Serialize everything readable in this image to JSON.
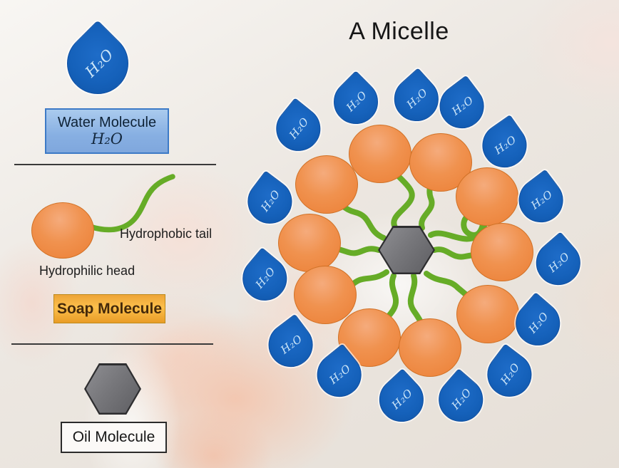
{
  "title": "A Micelle",
  "colors": {
    "water_blue": "#1561BA",
    "head_orange": "#EC7F35",
    "tail_green": "#66AC27",
    "oil_gray": "#77777B",
    "water_box_blue": "#87AFE2",
    "soap_box_gold": "#FCC04C"
  },
  "legend": {
    "water": {
      "drop_label": "H₂O",
      "box_title": "Water Molecule",
      "box_formula": "H₂O"
    },
    "soap": {
      "tail_label": "Hydrophobic tail",
      "head_label": "Hydrophilic head",
      "box_title": "Soap Molecule"
    },
    "oil": {
      "box_title": "Oil Molecule"
    }
  },
  "micelle": {
    "water_label": "H₂O",
    "water_drop_count": 15,
    "soap_molecule_count": 10,
    "oil_molecule_count": 1
  }
}
